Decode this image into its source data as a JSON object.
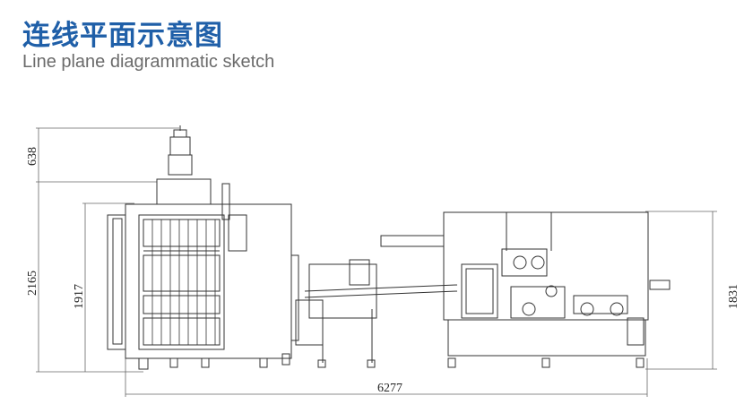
{
  "header": {
    "title_cn": "连线平面示意图",
    "title_en": "Line plane diagrammatic sketch"
  },
  "dimensions": {
    "top_extension": "638",
    "overall_height": "2165",
    "machine_height": "1917",
    "right_height": "1831",
    "total_length": "6277"
  },
  "colors": {
    "title": "#1f5fa8",
    "subtitle": "#6b6b6b",
    "line": "#333333"
  }
}
